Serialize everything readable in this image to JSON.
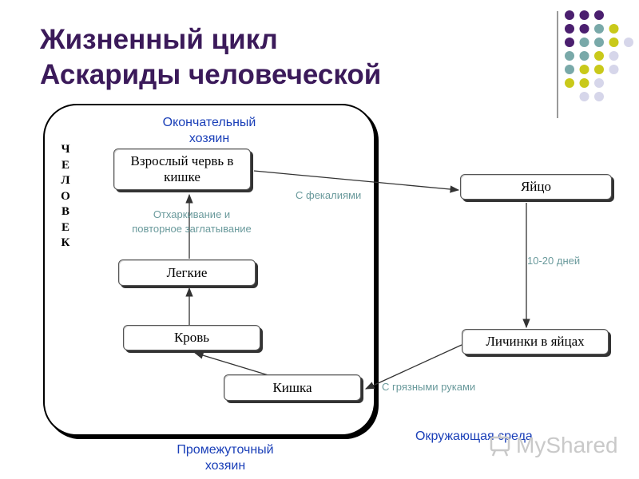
{
  "title": {
    "line1": "Жизненный цикл",
    "line2": "Аскариды человеческой"
  },
  "vertical_word": [
    "Ч",
    "Е",
    "Л",
    "О",
    "В",
    "Е",
    "К"
  ],
  "labels": {
    "definitive_host": "Окончательный\nхозяин",
    "intermediate_host": "Промежуточный\nхозяин",
    "environment": "Окружающая среда"
  },
  "nodes": {
    "adult_worm": "Взрослый червь в кишке",
    "lungs": "Легкие",
    "blood": "Кровь",
    "intestine": "Кишка",
    "egg": "Яйцо",
    "larvae_in_eggs": "Личинки в яйцах"
  },
  "edge_labels": {
    "with_feces": "С фекалиями",
    "coughing": "Отхаркивание и\nповторное заглатывание",
    "days": "10-20 дней",
    "dirty_hands": "С грязными руками"
  },
  "watermark": {
    "text": "MyShared"
  },
  "colors": {
    "title": "#3b1a5a",
    "dot_purple": "#4b1f6f",
    "dot_teal": "#79a9a9",
    "dot_yellow": "#c9c91a",
    "dot_lavender": "#d6d6ea",
    "note": "#6a9a9c",
    "blue_label": "#1a3fb8"
  }
}
